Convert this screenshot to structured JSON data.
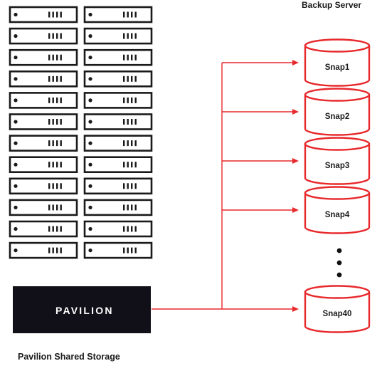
{
  "backup_server": {
    "title": "Backup Server",
    "snapshots": [
      "Snap1",
      "Snap2",
      "Snap3",
      "Snap4",
      "Snap40"
    ],
    "ellipsis_dots": 3
  },
  "shared_storage": {
    "title": "Pavilion Shared Storage",
    "brand": "PAVILION",
    "rack_columns": 2,
    "units_per_column": 12
  },
  "colors": {
    "connector": "#e8292c",
    "rack_outline": "#1a1a1a",
    "logo_background": "#111018",
    "logo_mark": "#e8292c",
    "logo_text": "#ffffff"
  }
}
